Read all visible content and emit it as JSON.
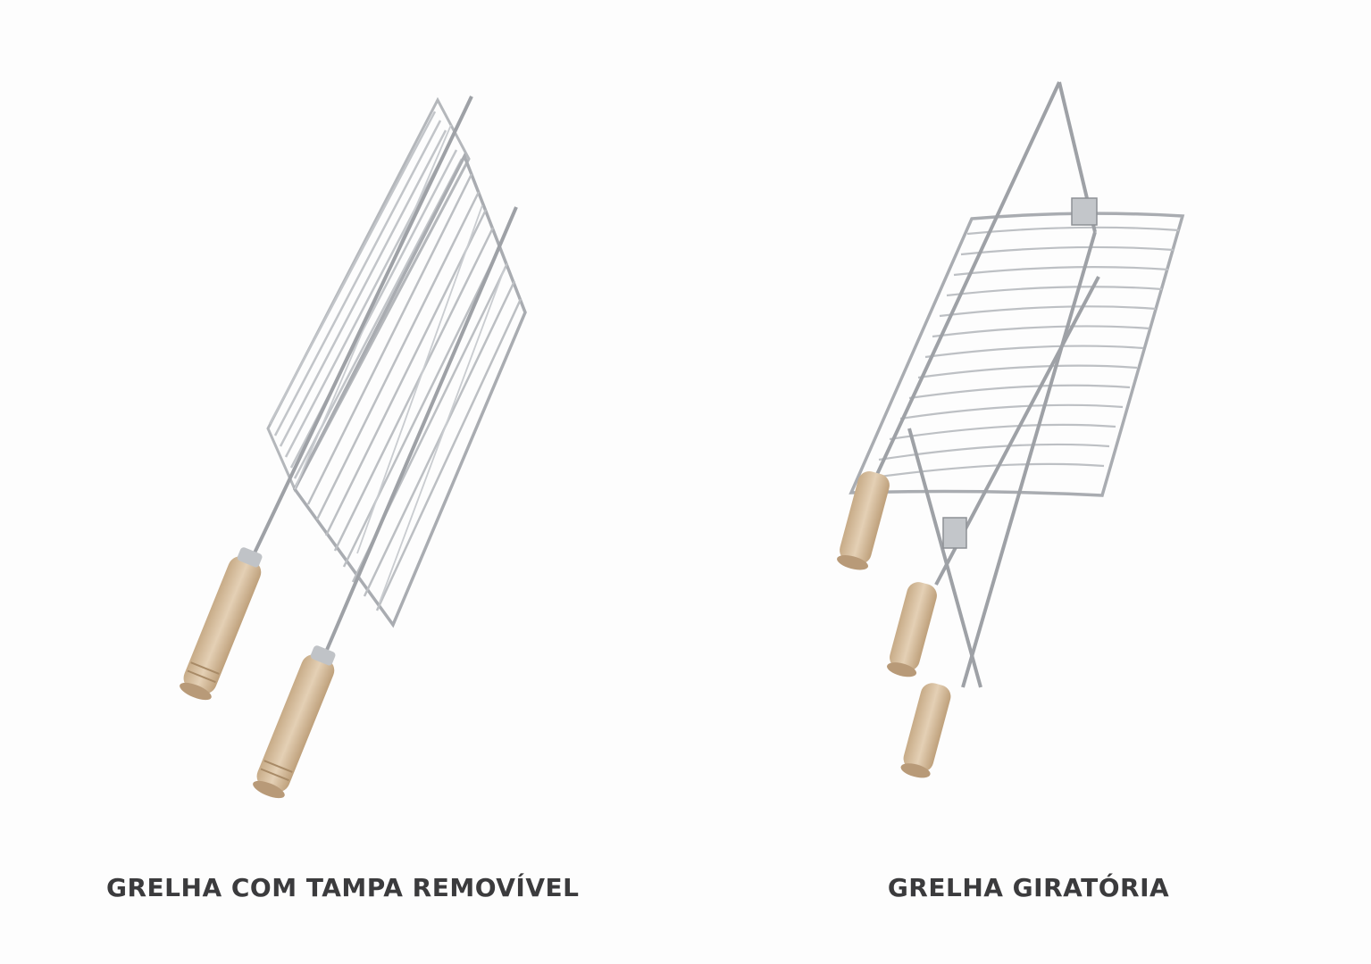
{
  "products": [
    {
      "caption": "GRELHA COM TAMPA REMOVÍVEL",
      "image_icon": "removable-lid-grill-image"
    },
    {
      "caption": "GRELHA GIRATÓRIA",
      "image_icon": "rotating-grill-image"
    }
  ],
  "colors": {
    "background": "#fdfdfd",
    "caption_text": "#3b3b3d",
    "steel": "#b9bcc0",
    "steel_dark": "#8d9095",
    "wood": "#d9c3a6",
    "wood_dark": "#b89a78"
  }
}
